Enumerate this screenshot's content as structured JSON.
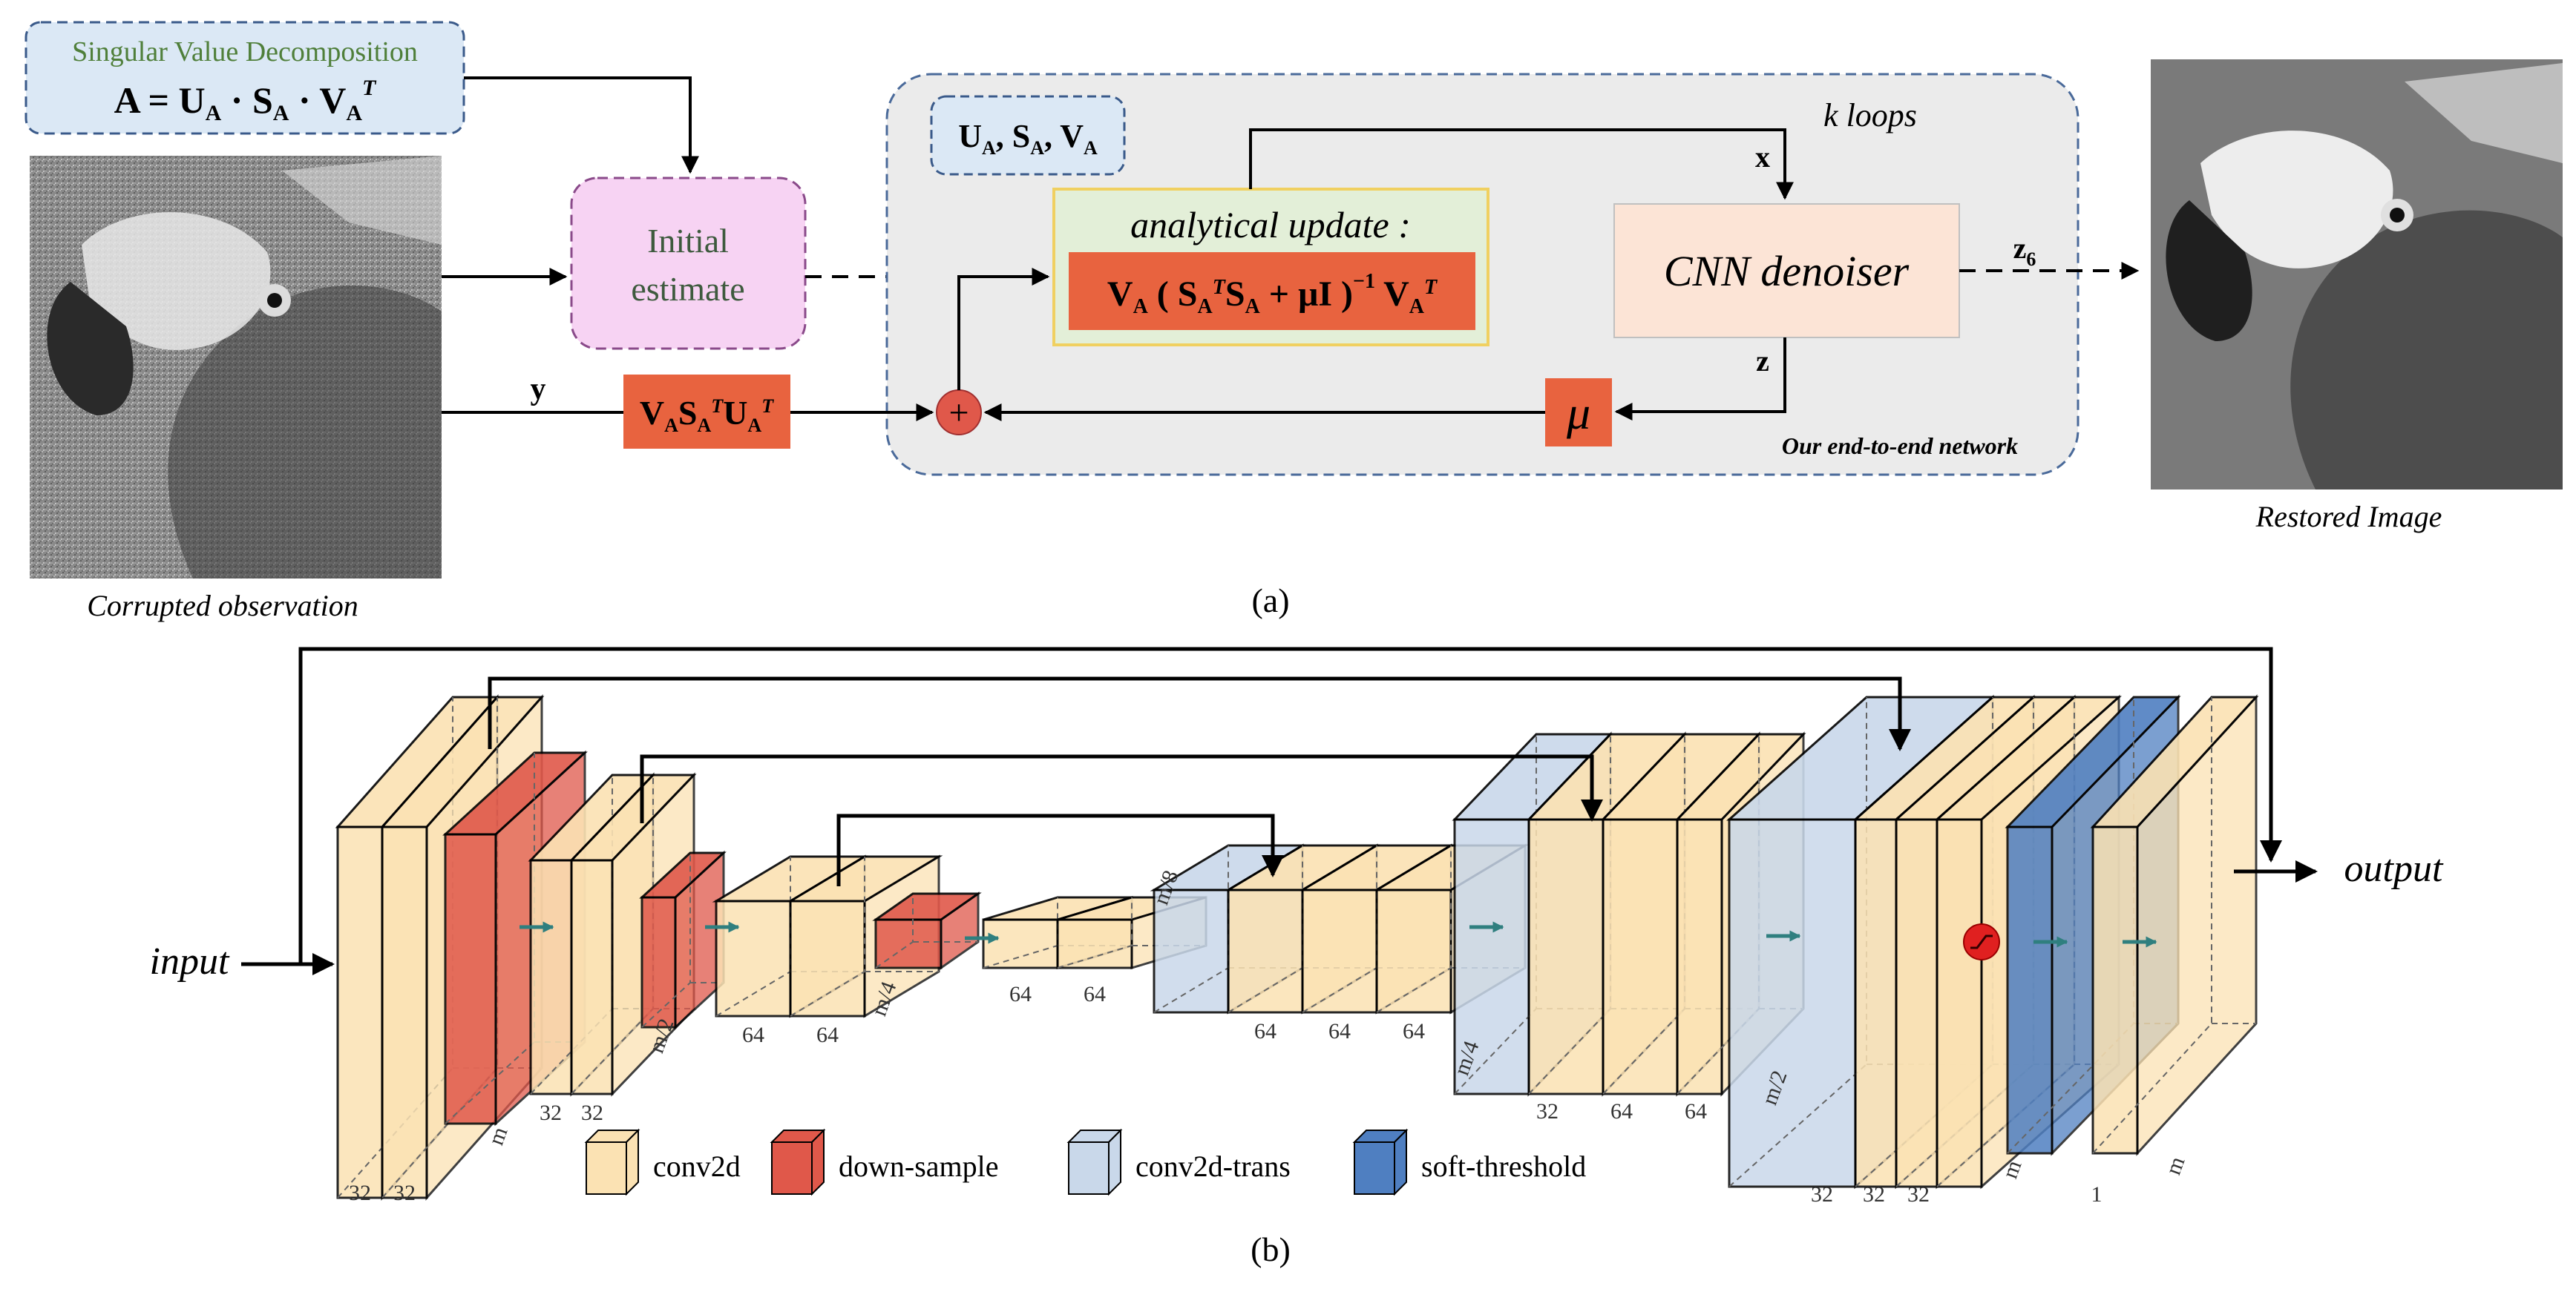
{
  "panel_a": {
    "svd_box_title": "Singular Value Decomposition",
    "svd_equation": "A = U_A · S_A · V_A^T",
    "initial_estimate_line1": "Initial",
    "initial_estimate_line2": "estimate",
    "uav_label": "U_A, S_A, V_A",
    "k_loops": "k loops",
    "x_label": "x",
    "z_label": "z",
    "y_label": "y",
    "z6_label": "z_6",
    "analytical_update_title": "analytical update :",
    "analytical_update_formula": "V_A ( S_A^T S_A + μI )^-1 V_A^T",
    "cnn_denoiser": "CNN denoiser",
    "adjoint_formula": "V_A S_A^T U_A^T",
    "mu_symbol": "μ",
    "plus_symbol": "+",
    "network_label": "Our end-to-end network",
    "corrupted_caption": "Corrupted observation",
    "restored_caption": "Restored Image",
    "panel_label": "(a)"
  },
  "panel_b": {
    "input_label": "input",
    "output_label": "output",
    "panel_label": "(b)",
    "size_labels": {
      "l32a": "32",
      "l32b": "32",
      "lm1": "m",
      "l32c": "32",
      "l32d": "32",
      "lm2": "m/2",
      "l64a": "64",
      "l64b": "64",
      "lm4": "m/4",
      "l64c": "64",
      "l64d": "64",
      "lm8": "m/8",
      "l64e": "64",
      "l64f": "64",
      "l64g": "64",
      "lm4b": "m/4",
      "l32e": "32",
      "l64h": "64",
      "l64i": "64",
      "lm2b": "m/2",
      "l32f": "32",
      "l32g": "32",
      "l32h": "32",
      "lm3": "m",
      "l1": "1",
      "lm5": "m"
    },
    "legend": [
      {
        "label": "conv2d",
        "color": "#fbe2b3"
      },
      {
        "label": "down-sample",
        "color": "#e0584a"
      },
      {
        "label": "conv2d-trans",
        "color": "#c9d8ea"
      },
      {
        "label": "soft-threshold",
        "color": "#4f7fc1"
      }
    ]
  },
  "colors": {
    "orange_box": "#e8633f",
    "svd_fill": "#dbe8f5",
    "initial_fill": "#f7d3f3",
    "network_fill": "#ebebeb",
    "analytical_fill": "#e3efd8",
    "analytical_border": "#f0d060",
    "cnn_fill": "#fce4d6",
    "svd_title_color": "#4f7f3a"
  }
}
